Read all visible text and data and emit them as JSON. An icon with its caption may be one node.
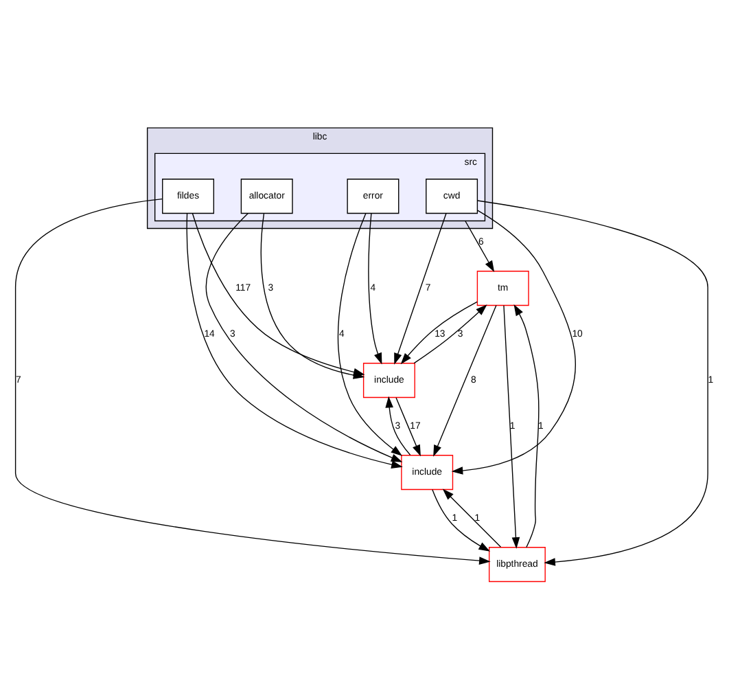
{
  "diagram": {
    "nodes": [
      {
        "text": [
          "libc"
        ]
      },
      {
        "text": [
          "src"
        ],
        "in": 0
      },
      {
        "text": [
          "cwd"
        ],
        "in": 1
      },
      {
        "text": [
          "fildes"
        ],
        "in": 1
      },
      {
        "text": [
          "error"
        ],
        "in": 1
      },
      {
        "text": [
          "allocator"
        ],
        "in": 1
      },
      {
        "text": [
          "tm"
        ]
      },
      {
        "text": [
          "include"
        ]
      },
      {
        "text": [
          "include"
        ]
      },
      {
        "text": [
          "libpthread"
        ]
      }
    ],
    "edges": [
      {
        "from": 1,
        "to": 6,
        "arrow": "to",
        "label": "6"
      },
      {
        "from": 2,
        "to": 7,
        "arrow": "to",
        "label": "7"
      },
      {
        "from": 2,
        "to": 8,
        "arrow": "to",
        "label": "10"
      },
      {
        "from": 2,
        "to": 9,
        "arrow": "to",
        "label": "1"
      },
      {
        "from": 3,
        "to": 7,
        "arrow": "to",
        "label": "117"
      },
      {
        "from": 3,
        "to": 8,
        "arrow": "to",
        "label": "14"
      },
      {
        "from": 3,
        "to": 9,
        "arrow": "to",
        "label": "7"
      },
      {
        "from": 4,
        "to": 7,
        "arrow": "to",
        "label": "4"
      },
      {
        "from": 4,
        "to": 8,
        "arrow": "to",
        "label": "4"
      },
      {
        "from": 5,
        "to": 7,
        "arrow": "to",
        "label": "3"
      },
      {
        "from": 5,
        "to": 8,
        "arrow": "to",
        "label": "3"
      },
      {
        "from": 6,
        "to": 7,
        "arrow": "to",
        "label": "13"
      },
      {
        "from": 6,
        "to": 8,
        "arrow": "to",
        "label": "8"
      },
      {
        "from": 6,
        "to": 9,
        "arrow": "to",
        "label": "1"
      },
      {
        "from": 7,
        "to": 6,
        "arrow": "to",
        "label": "3"
      },
      {
        "from": 7,
        "to": 8,
        "arrow": "to",
        "label": "17"
      },
      {
        "from": 8,
        "to": 7,
        "arrow": "to",
        "label": "3"
      },
      {
        "from": 8,
        "to": 9,
        "arrow": "to",
        "label": "1"
      },
      {
        "from": 9,
        "to": 8,
        "arrow": "to",
        "label": "1"
      },
      {
        "from": 9,
        "to": 6,
        "arrow": "to",
        "label": "1"
      }
    ]
  }
}
